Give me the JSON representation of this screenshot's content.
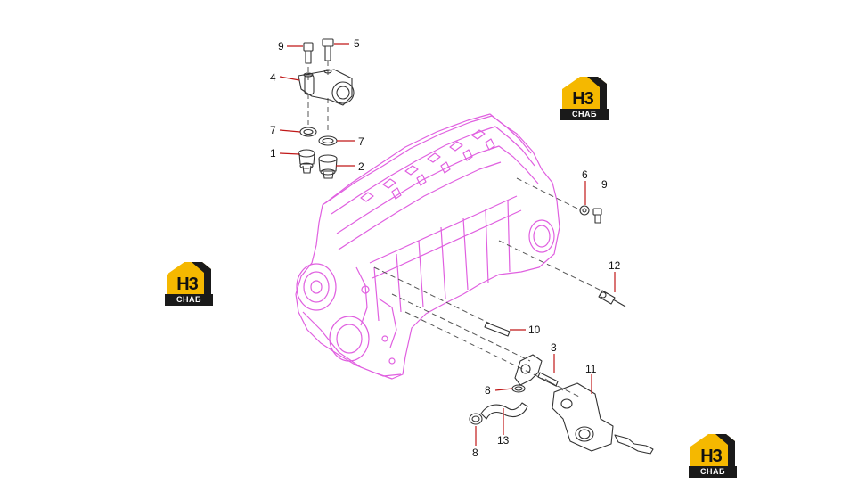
{
  "diagram": {
    "callouts": [
      {
        "id": "c9a",
        "label": "9"
      },
      {
        "id": "c5",
        "label": "5"
      },
      {
        "id": "c4",
        "label": "4"
      },
      {
        "id": "c7a",
        "label": "7"
      },
      {
        "id": "c7b",
        "label": "7"
      },
      {
        "id": "c1",
        "label": "1"
      },
      {
        "id": "c2",
        "label": "2"
      },
      {
        "id": "c6",
        "label": "6"
      },
      {
        "id": "c9b",
        "label": "9"
      },
      {
        "id": "c12",
        "label": "12"
      },
      {
        "id": "c10",
        "label": "10"
      },
      {
        "id": "c3",
        "label": "3"
      },
      {
        "id": "c11",
        "label": "11"
      },
      {
        "id": "c8a",
        "label": "8"
      },
      {
        "id": "c13",
        "label": "13"
      },
      {
        "id": "c8b",
        "label": "8"
      }
    ]
  },
  "watermark": {
    "logo_text": "H3",
    "brand_text": "СНАБ",
    "color": "#f5b800"
  },
  "colors": {
    "engine_outline": "#e060e0",
    "part_outline": "#333333",
    "leader": "#c01818"
  }
}
